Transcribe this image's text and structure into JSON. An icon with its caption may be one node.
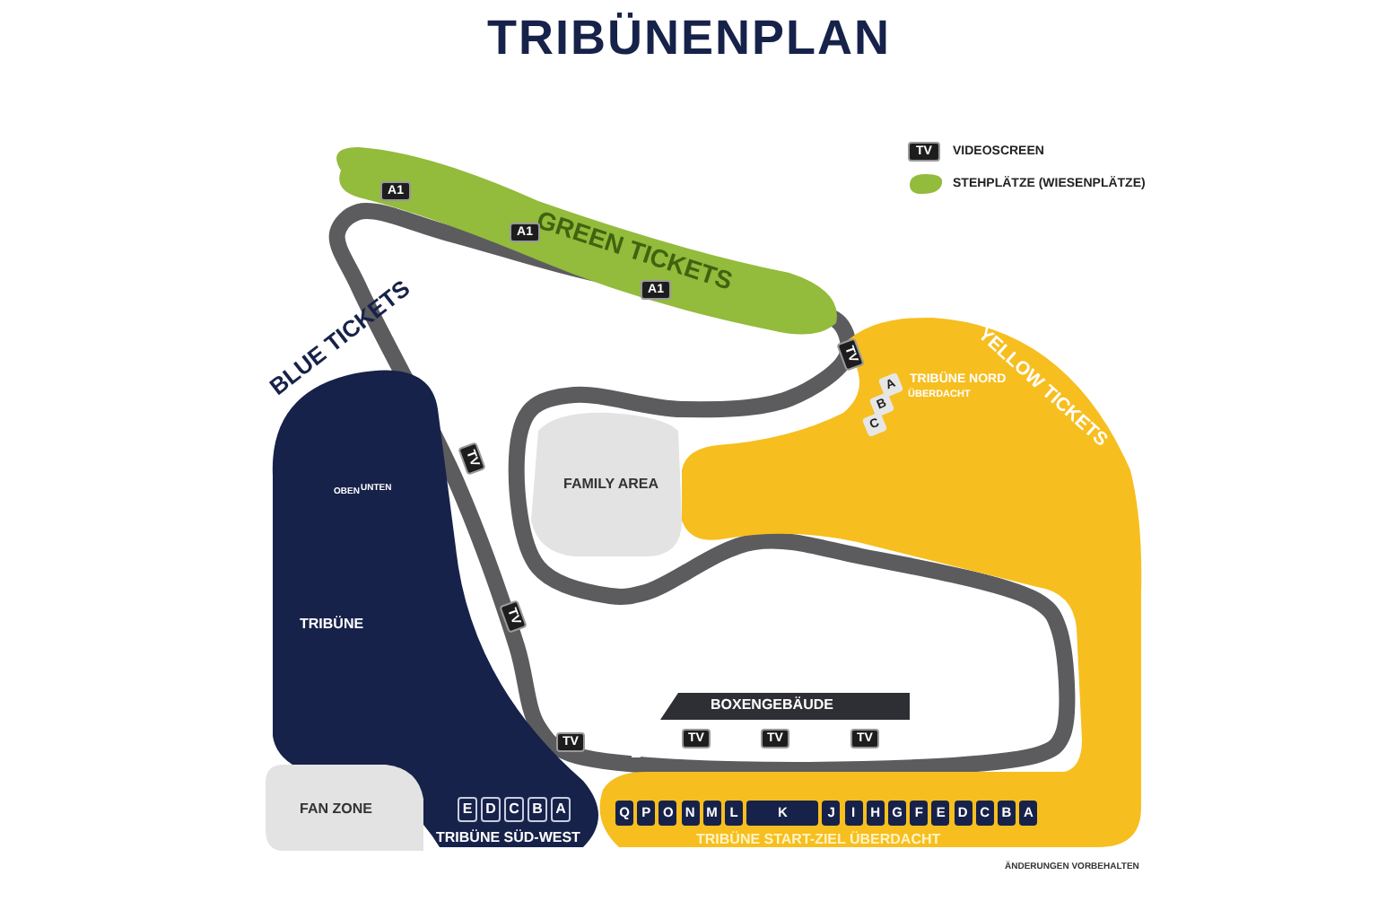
{
  "diagram": {
    "title": "TRIBÜNENPLAN",
    "nodes": [
      {
        "text": [
          "GREEN TICKETS"
        ]
      },
      {
        "text": [
          "YELLOW TICKETS"
        ]
      },
      {
        "text": [
          "BLUE TICKETS",
          "TRIBÜNE"
        ]
      },
      {
        "text": [
          "FAMILY AREA"
        ]
      },
      {
        "text": [
          "FAN ZONE"
        ]
      },
      {
        "text": [
          "BOXENGEBÄUDE"
        ]
      }
    ],
    "labels": [
      "TRIBÜNE NORD",
      "ÜBERDACHT",
      "C",
      "B",
      "A",
      "OBEN",
      "UNTEN",
      "E",
      "D",
      "C",
      "B",
      "A",
      "TRIBÜNE SÜD-WEST",
      "Q",
      "P",
      "O",
      "N",
      "M",
      "L",
      "K",
      "J",
      "I",
      "H",
      "G",
      "F",
      "E",
      "D",
      "C",
      "B",
      "A",
      "TRIBÜNE START-ZIEL ÜBERDACHT",
      "TV",
      "TV",
      "TV",
      "TV",
      "TV",
      "TV",
      "TV",
      "A1",
      "A1",
      "A1",
      "ÄNDERUNGEN VORBEHALTEN",
      "TV"
    ],
    "legend": [
      {
        "text": "VIDEOSCREEN"
      },
      {
        "text": "STEHPLÄTZE (WIESENPLÄTZE)",
        "color": "#93bb3c"
      }
    ]
  }
}
